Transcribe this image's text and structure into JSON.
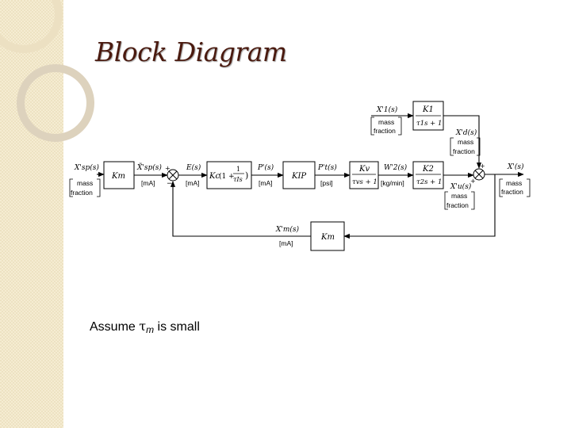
{
  "title": "Block Diagram",
  "note": {
    "prefix": "Assume ",
    "tau": "τ",
    "sub": "m",
    "suffix": " is small"
  },
  "signals": {
    "xsp": "X'sp(s)",
    "xsp_tilde": "X̃'sp(s)",
    "e": "E(s)",
    "p": "P'(s)",
    "pt": "P't(s)",
    "w2": "W'2(s)",
    "x1": "X'1(s)",
    "xd": "X'd(s)",
    "xu": "X'u(s)",
    "x": "X'(s)",
    "xm": "X'm(s)"
  },
  "units": {
    "mass": "mass",
    "fraction": "fraction",
    "ma": "[mA]",
    "psi": "[psi]",
    "kgmin": "[kg/min]"
  },
  "blocks": {
    "km_in": "Km",
    "controller_k": "Kc",
    "controller_paren": "(1 +",
    "controller_num": "1",
    "controller_den": "τIs",
    "controller_close": ")",
    "kip": "KIP",
    "kv": "Kv",
    "tv": "τvs + 1",
    "k1": "K1",
    "t1": "τ1s + 1",
    "k2": "K2",
    "t2": "τ2s + 1",
    "km_fb": "Km"
  },
  "signs": {
    "plus": "+",
    "minus": "−"
  }
}
